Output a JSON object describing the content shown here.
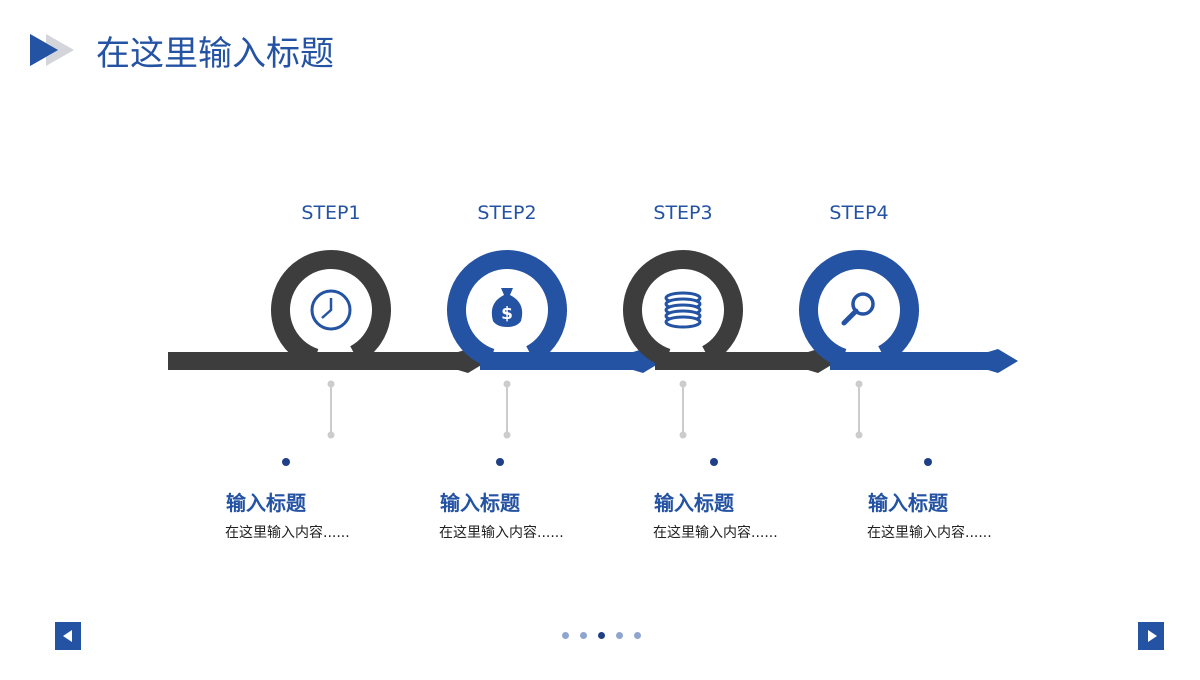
{
  "title": "在这里输入标题",
  "steps": [
    {
      "label": "STEP1",
      "icon": "clock-icon",
      "heading": "输入标题",
      "text": "在这里输入内容......"
    },
    {
      "label": "STEP2",
      "icon": "money-bag-icon",
      "heading": "输入标题",
      "text": "在这里输入内容......"
    },
    {
      "label": "STEP3",
      "icon": "coin-stack-icon",
      "heading": "输入标题",
      "text": "在这里输入内容......"
    },
    {
      "label": "STEP4",
      "icon": "magnifier-icon",
      "heading": "输入标题",
      "text": "在这里输入内容......"
    }
  ],
  "colors": {
    "blue": "#2553a3",
    "gray": "#3d3d3d"
  },
  "pager": {
    "count": 5,
    "active": 3
  }
}
